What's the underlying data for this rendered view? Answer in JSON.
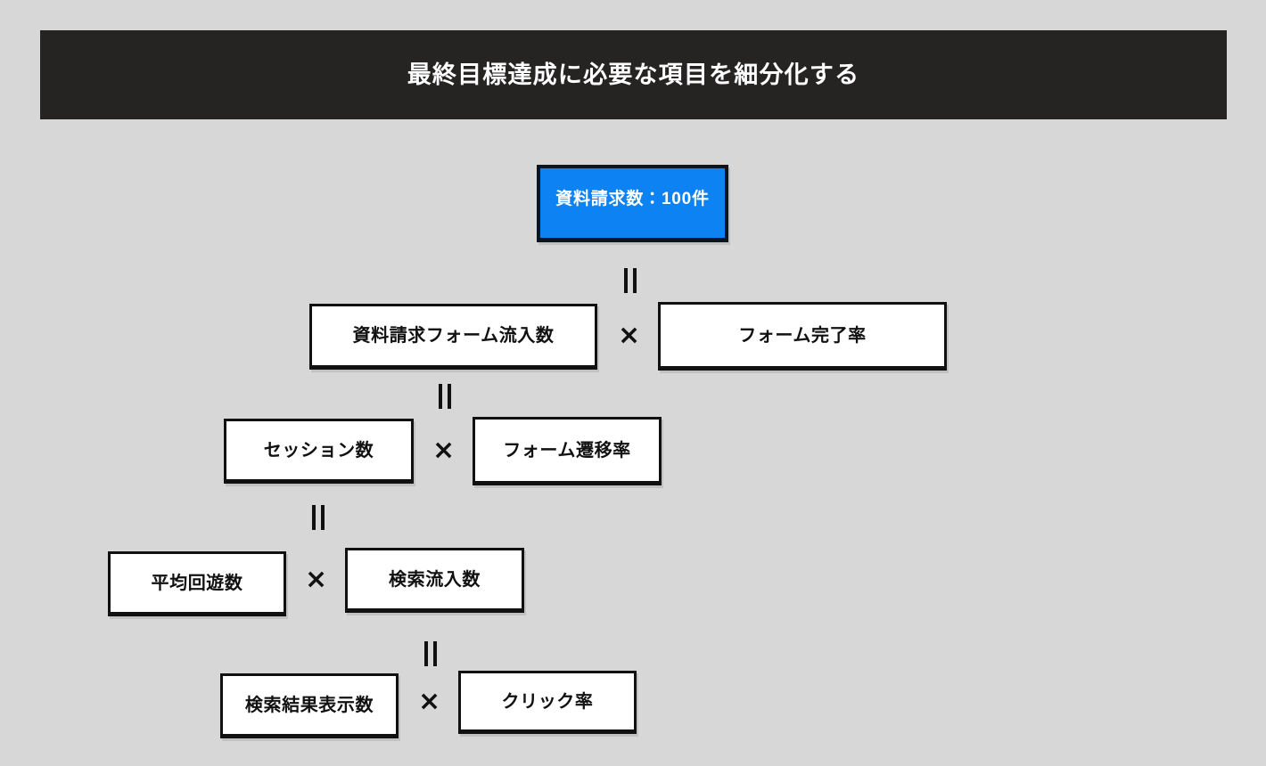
{
  "header": {
    "title": "最終目標達成に必要な項目を細分化する",
    "background_color": "#262323",
    "text_color": "#ffffff"
  },
  "canvas": {
    "background_color": "#d7d7d7"
  },
  "diagram": {
    "type": "kpi-breakdown-tree",
    "root": {
      "label": "資料請求数：100件",
      "background_color": "#0d82f2",
      "text_color": "#ffffff"
    },
    "operators": {
      "equals": "=",
      "times": "×"
    },
    "rows": [
      {
        "equals_label": "=",
        "times_label": "×",
        "left": {
          "label": "資料請求フォーム流入数"
        },
        "right": {
          "label": "フォーム完了率"
        }
      },
      {
        "equals_label": "=",
        "times_label": "×",
        "left": {
          "label": "セッション数"
        },
        "right": {
          "label": "フォーム遷移率"
        }
      },
      {
        "equals_label": "=",
        "times_label": "×",
        "left": {
          "label": "平均回遊数"
        },
        "right": {
          "label": "検索流入数"
        }
      },
      {
        "equals_label": "=",
        "times_label": "×",
        "left": {
          "label": "検索結果表示数"
        },
        "right": {
          "label": "クリック率"
        }
      }
    ]
  }
}
